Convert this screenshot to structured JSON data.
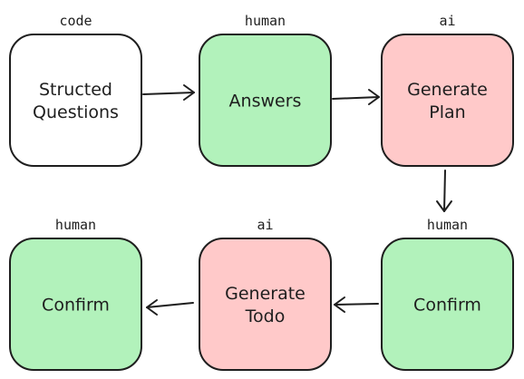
{
  "colors": {
    "code": "#ffffff",
    "human": "#b2f2bb",
    "ai": "#ffc9c9",
    "stroke": "#1e1e1e"
  },
  "nodes": [
    {
      "id": "structured-questions",
      "type": "code",
      "tag": "code",
      "lines": [
        "Structed",
        "Questions"
      ]
    },
    {
      "id": "answers",
      "type": "human",
      "tag": "human",
      "lines": [
        "Answers"
      ]
    },
    {
      "id": "generate-plan",
      "type": "ai",
      "tag": "ai",
      "lines": [
        "Generate",
        "Plan"
      ]
    },
    {
      "id": "confirm-plan",
      "type": "human",
      "tag": "human",
      "lines": [
        "Confirm"
      ]
    },
    {
      "id": "generate-todo",
      "type": "ai",
      "tag": "ai",
      "lines": [
        "Generate",
        "Todo"
      ]
    },
    {
      "id": "confirm-todo",
      "type": "human",
      "tag": "human",
      "lines": [
        "Confirm"
      ]
    }
  ],
  "edges": [
    {
      "from": "structured-questions",
      "to": "answers"
    },
    {
      "from": "answers",
      "to": "generate-plan"
    },
    {
      "from": "generate-plan",
      "to": "confirm-plan"
    },
    {
      "from": "confirm-plan",
      "to": "generate-todo"
    },
    {
      "from": "generate-todo",
      "to": "confirm-todo"
    }
  ]
}
